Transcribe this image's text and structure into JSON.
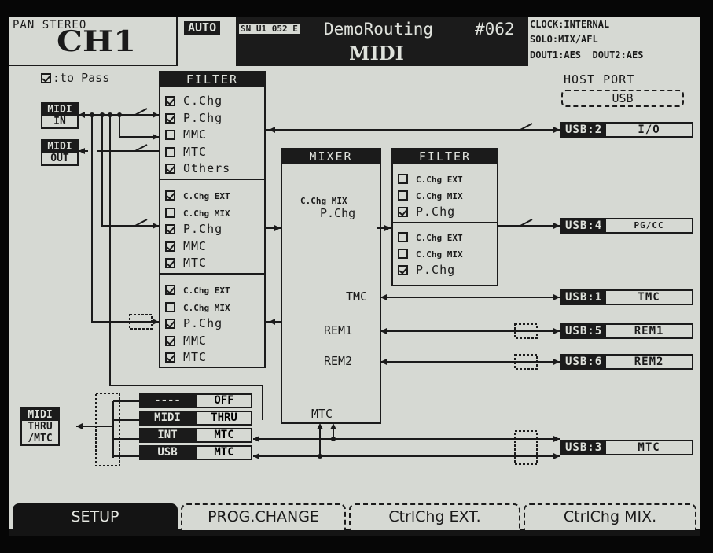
{
  "header": {
    "channel_label": "PAN STEREO",
    "channel": "CH1",
    "mode_badge": "AUTO",
    "scene_prefix": "SN U1 052 E",
    "scene_name": "DemoRouting",
    "scene_number": "#062",
    "screen_title": "MIDI",
    "status": [
      "CLOCK:INTERNAL",
      "SOLO:MIX/AFL",
      "DOUT1:AES  DOUT2:AES"
    ]
  },
  "to_pass": {
    "checked": true,
    "label": ":to Pass"
  },
  "host_port": {
    "label": "HOST PORT",
    "value": "USB"
  },
  "midi_ports": {
    "in": [
      "MIDI",
      "IN"
    ],
    "out": [
      "MIDI",
      "OUT"
    ],
    "thru": [
      "MIDI",
      "THRU",
      "/MTC"
    ]
  },
  "filter_left": {
    "title": "FILTER",
    "group1": [
      {
        "label": "C.Chg",
        "checked": true
      },
      {
        "label": "P.Chg",
        "checked": true
      },
      {
        "label": "MMC",
        "checked": false
      },
      {
        "label": "MTC",
        "checked": false
      },
      {
        "label": "Others",
        "checked": true
      }
    ],
    "group2": [
      {
        "label": "C.Chg EXT",
        "checked": true,
        "small": true
      },
      {
        "label": "C.Chg MIX",
        "checked": false,
        "small": true
      },
      {
        "label": "P.Chg",
        "checked": true
      },
      {
        "label": "MMC",
        "checked": true
      },
      {
        "label": "MTC",
        "checked": true
      }
    ],
    "group3": [
      {
        "label": "C.Chg EXT",
        "checked": true,
        "small": true
      },
      {
        "label": "C.Chg MIX",
        "checked": false,
        "small": true
      },
      {
        "label": "P.Chg",
        "checked": true
      },
      {
        "label": "MMC",
        "checked": true
      },
      {
        "label": "MTC",
        "checked": true
      }
    ]
  },
  "mixer": {
    "title": "MIXER",
    "inputs": [
      "C.Chg MIX",
      "P.Chg"
    ],
    "outputs": [
      "TMC",
      "REM1",
      "REM2"
    ],
    "mtc": "MTC"
  },
  "filter_right": {
    "title": "FILTER",
    "group1": [
      {
        "label": "C.Chg EXT",
        "checked": false,
        "small": true
      },
      {
        "label": "C.Chg MIX",
        "checked": false,
        "small": true
      },
      {
        "label": "P.Chg",
        "checked": true
      }
    ],
    "group2": [
      {
        "label": "C.Chg EXT",
        "checked": false,
        "small": true
      },
      {
        "label": "C.Chg MIX",
        "checked": false,
        "small": true
      },
      {
        "label": "P.Chg",
        "checked": true
      }
    ]
  },
  "usb_ports": [
    {
      "id": "USB:2",
      "label": "I/O"
    },
    {
      "id": "USB:4",
      "label": "PG/CC"
    },
    {
      "id": "USB:1",
      "label": "TMC"
    },
    {
      "id": "USB:5",
      "label": "REM1"
    },
    {
      "id": "USB:6",
      "label": "REM2"
    },
    {
      "id": "USB:3",
      "label": "MTC"
    }
  ],
  "thru_selector": {
    "rows": [
      {
        "left": "----",
        "right": "OFF"
      },
      {
        "left": "MIDI",
        "right": "THRU"
      },
      {
        "left": "INT",
        "right": "MTC"
      },
      {
        "left": "USB",
        "right": "MTC"
      }
    ]
  },
  "tabs": [
    "SETUP",
    "PROG.CHANGE",
    "CtrlChg EXT.",
    "CtrlChg MIX."
  ],
  "active_tab": "SETUP"
}
